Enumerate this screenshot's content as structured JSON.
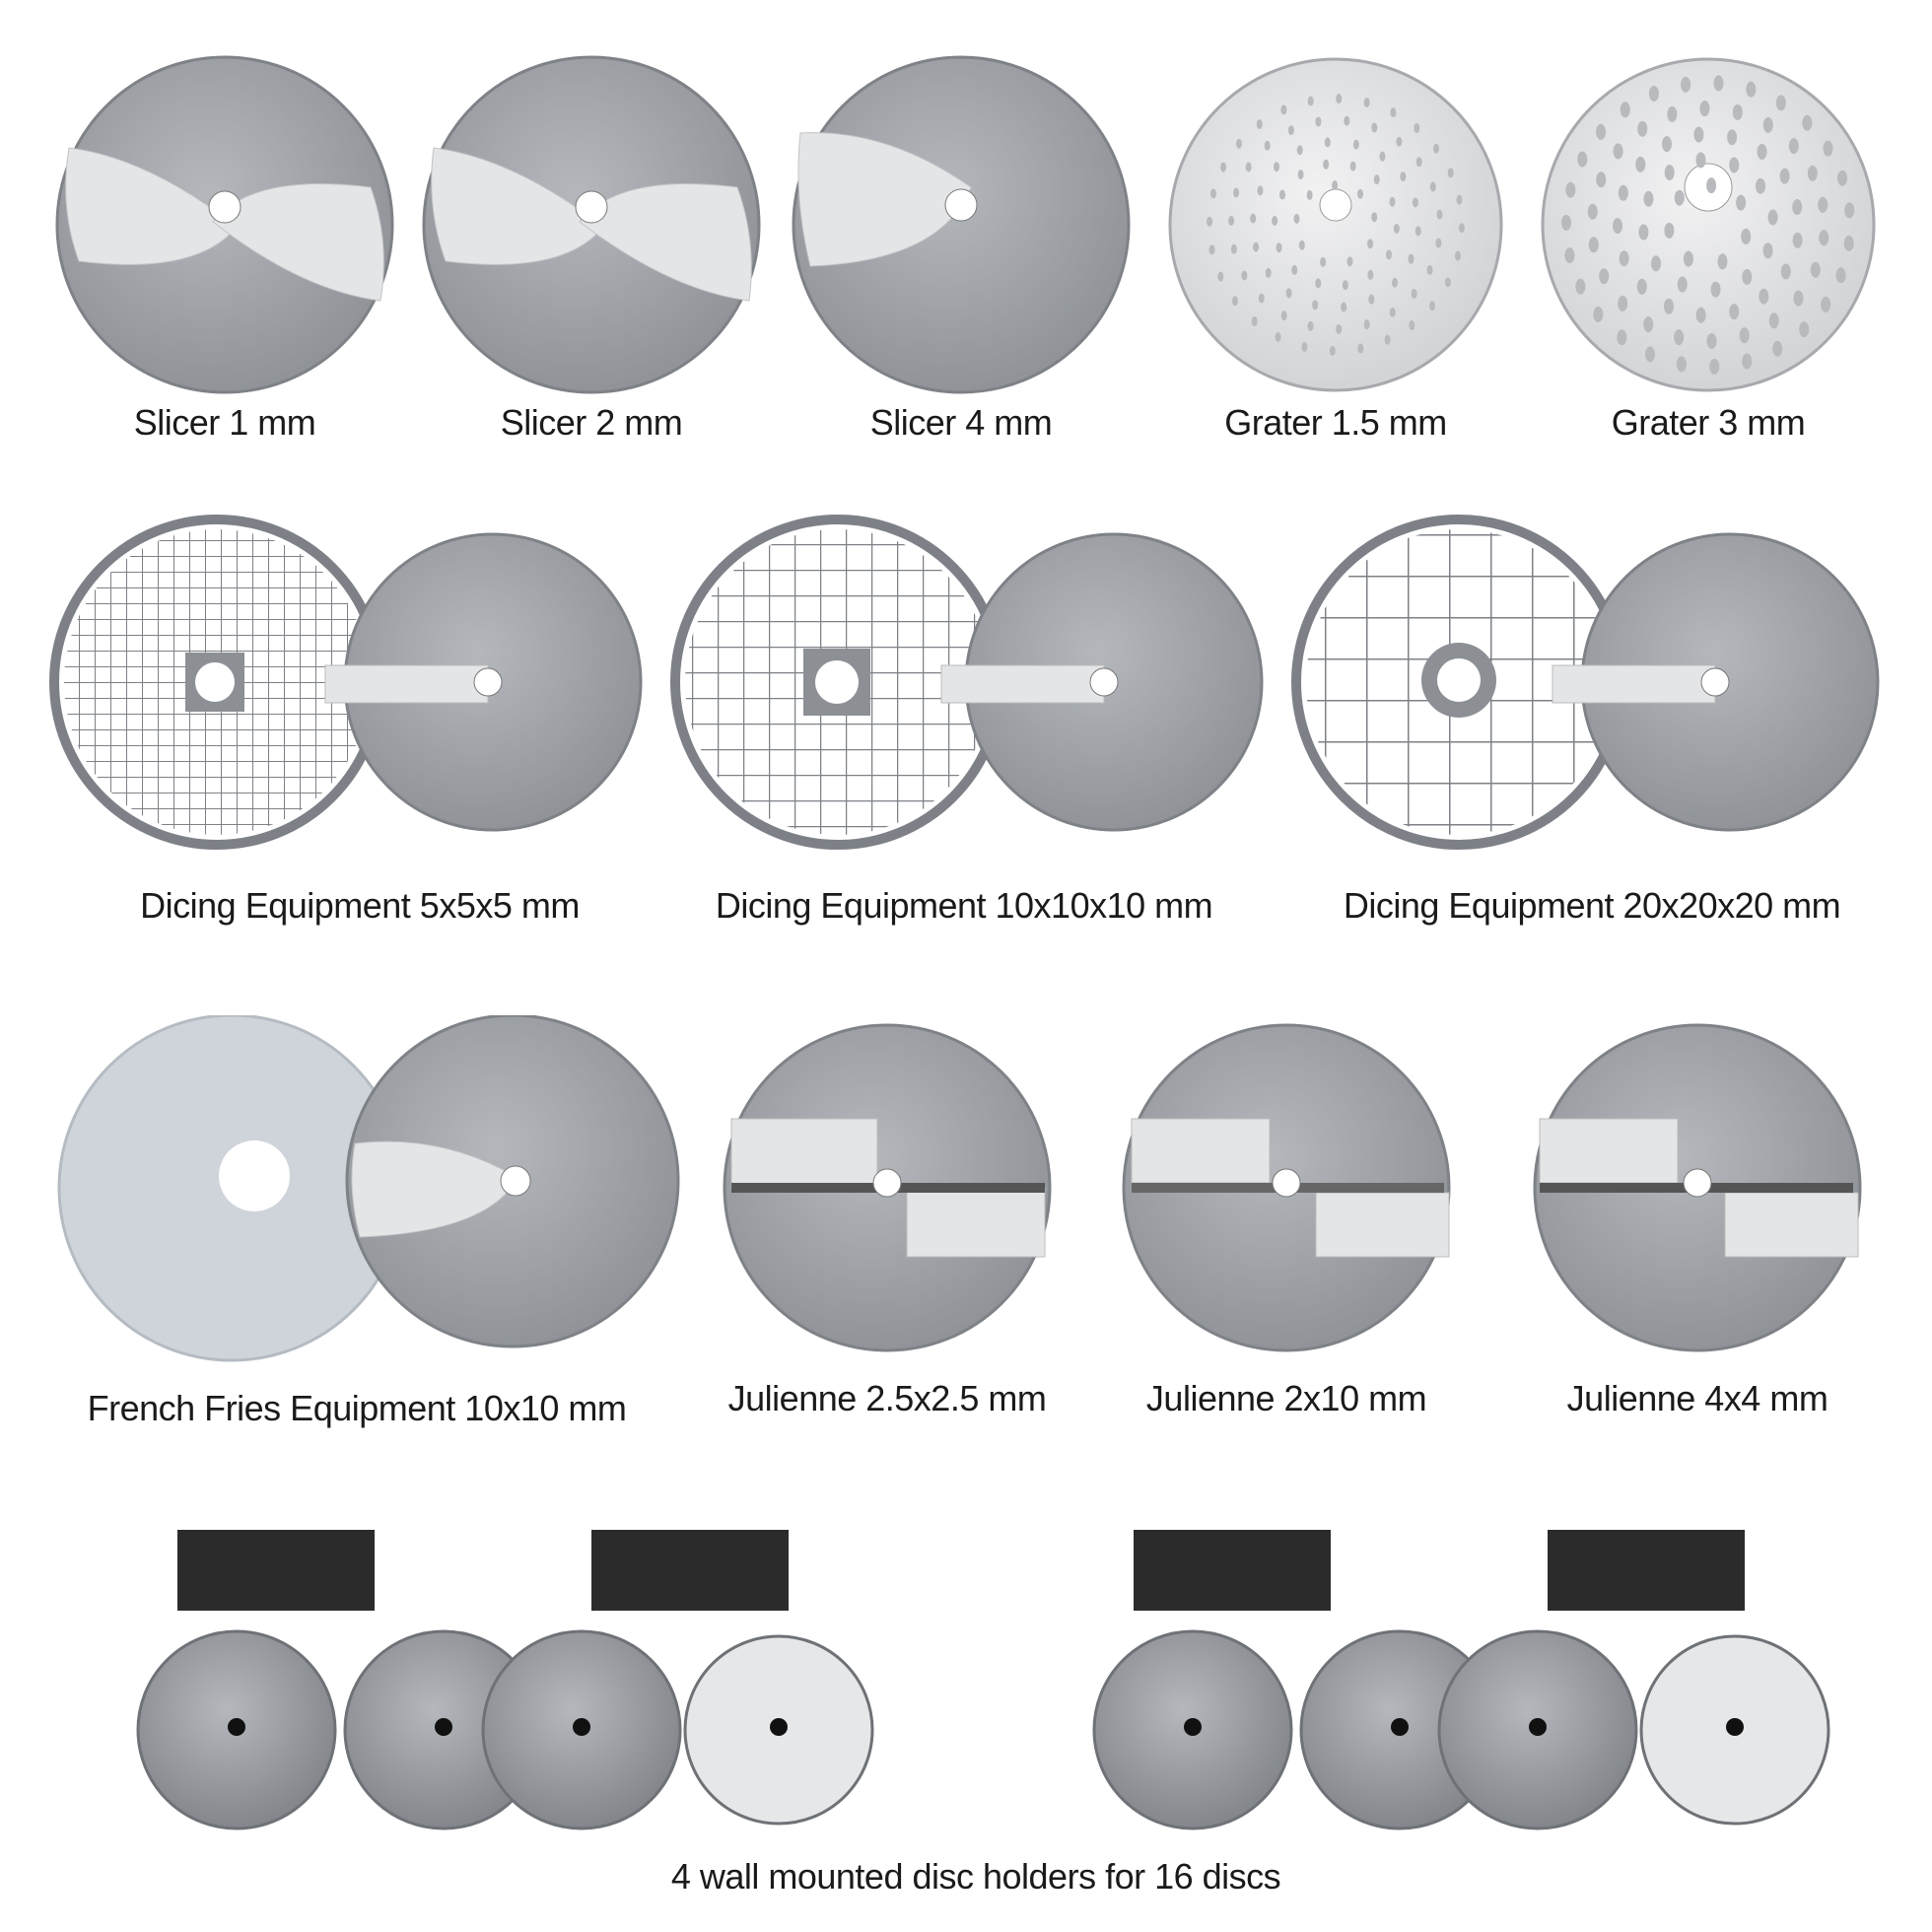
{
  "row1": [
    {
      "label": "Slicer 1 mm",
      "icon": "slicer-disc-icon"
    },
    {
      "label": "Slicer 2 mm",
      "icon": "slicer-disc-icon"
    },
    {
      "label": "Slicer 4 mm",
      "icon": "slicer-disc-icon"
    },
    {
      "label": "Grater 1.5 mm",
      "icon": "grater-disc-icon"
    },
    {
      "label": "Grater 3 mm",
      "icon": "grater-disc-icon"
    }
  ],
  "row2": [
    {
      "label": "Dicing Equipment 5x5x5 mm",
      "icon": "dicing-grid-icon"
    },
    {
      "label": "Dicing Equipment 10x10x10 mm",
      "icon": "dicing-grid-icon"
    },
    {
      "label": "Dicing Equipment 20x20x20 mm",
      "icon": "dicing-grid-icon"
    }
  ],
  "row3": [
    {
      "label": "French Fries Equipment 10x10 mm",
      "icon": "french-fries-grid-icon"
    },
    {
      "label": "Julienne 2.5x2.5 mm",
      "icon": "julienne-disc-icon"
    },
    {
      "label": "Julienne 2x10 mm",
      "icon": "julienne-disc-icon"
    },
    {
      "label": "Julienne 4x4 mm",
      "icon": "julienne-disc-icon"
    }
  ],
  "bottom": {
    "label": "4 wall mounted disc holders for 16 discs",
    "icon": "wall-disc-holder-icon"
  },
  "colors": {
    "disc": "#9fa3a7",
    "disc_dark": "#8c9095",
    "blade": "#e6e7e9",
    "grid": "#7d8187",
    "bracket": "#2b2b2b"
  }
}
